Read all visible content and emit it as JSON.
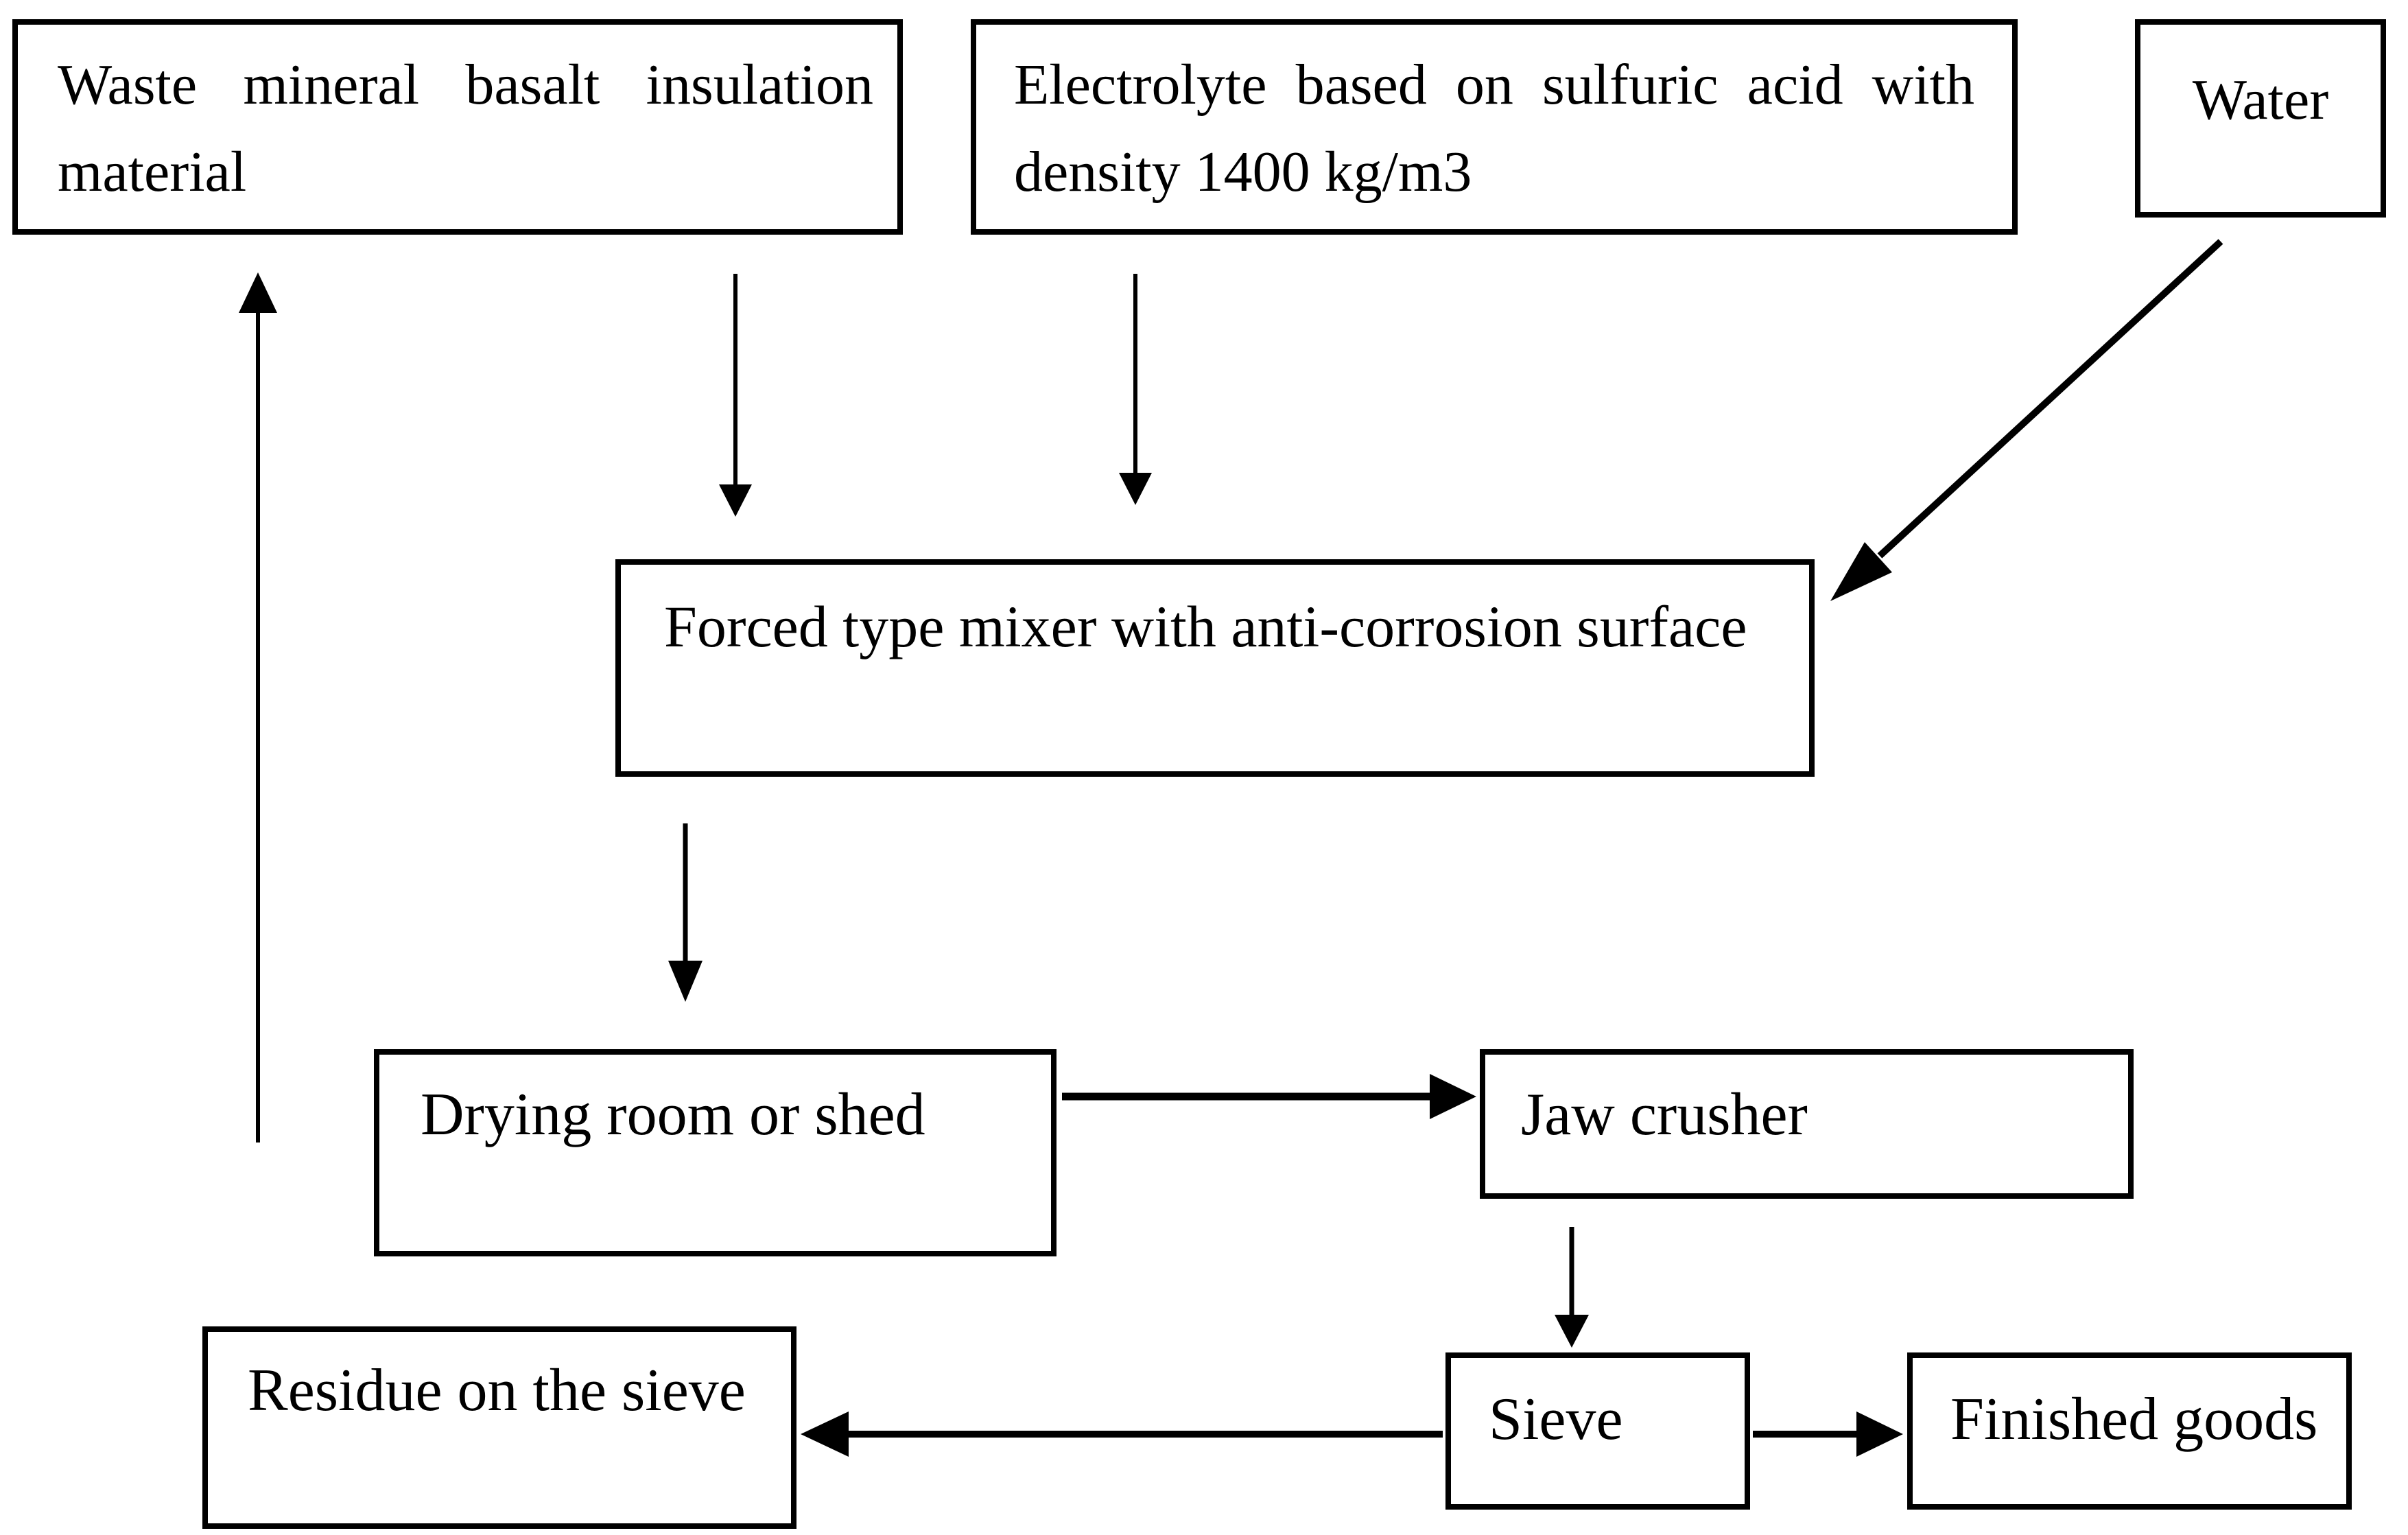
{
  "page": {
    "background_color": "#ffffff",
    "ink_color": "#000000"
  },
  "diagram": {
    "type": "flowchart",
    "nodes": {
      "waste": {
        "lines": [
          "Waste mineral basalt insulation",
          "material"
        ]
      },
      "electrolyte": {
        "lines": [
          "Electrolyte based on sulfuric acid with",
          "density 1400 kg/m3"
        ]
      },
      "water": {
        "label": "Water"
      },
      "mixer": {
        "label": "Forced type mixer with anti-corrosion surface"
      },
      "drying": {
        "label": "Drying room or shed"
      },
      "jaw": {
        "label": "Jaw crusher"
      },
      "residue": {
        "label": "Residue on the sieve"
      },
      "sieve": {
        "label": "Sieve"
      },
      "finished": {
        "label": "Finished goods"
      }
    },
    "arrows": [
      {
        "from": "waste",
        "to": "mixer"
      },
      {
        "from": "electrolyte",
        "to": "mixer"
      },
      {
        "from": "water",
        "to": "mixer"
      },
      {
        "from": "mixer",
        "to": "drying"
      },
      {
        "from": "drying",
        "to": "jaw"
      },
      {
        "from": "jaw",
        "to": "sieve"
      },
      {
        "from": "sieve",
        "to": "residue"
      },
      {
        "from": "sieve",
        "to": "finished"
      },
      {
        "from": "residue",
        "to": "waste"
      }
    ]
  }
}
